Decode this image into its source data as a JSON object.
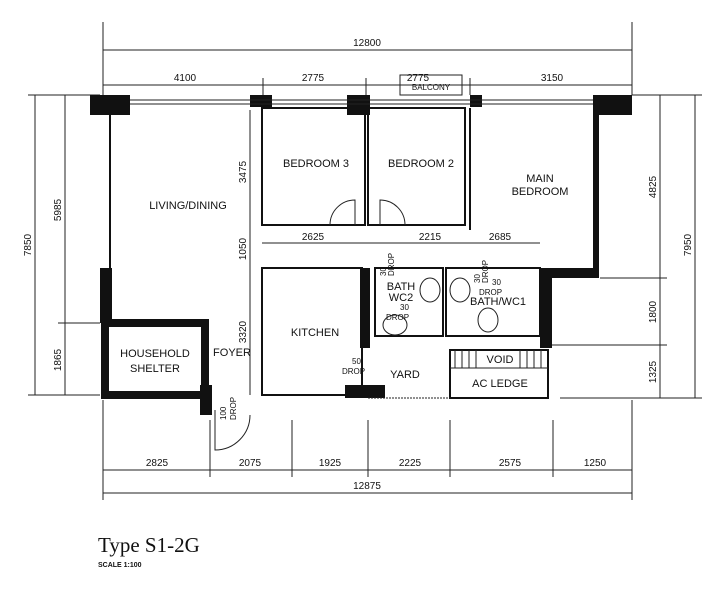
{
  "plan": {
    "title": "Type S1-2G",
    "scale": "SCALE 1:100",
    "rooms": {
      "living_dining": "LIVING/DINING",
      "bedroom3": "BEDROOM 3",
      "bedroom2": "BEDROOM 2",
      "main_bedroom_1": "MAIN",
      "main_bedroom_2": "BEDROOM",
      "balcony": "BALCONY",
      "kitchen": "KITCHEN",
      "foyer": "FOYER",
      "shelter_1": "HOUSEHOLD",
      "shelter_2": "SHELTER",
      "bath_wc2_1": "BATH",
      "bath_wc2_2": "WC2",
      "bath_wc1": "BATH/WC1",
      "yard": "YARD",
      "void": "VOID",
      "ac_ledge": "AC LEDGE"
    },
    "drops": {
      "drop": "DROP",
      "d30": "30",
      "d50": "50",
      "d100": "100"
    },
    "dims": {
      "top_total": "12800",
      "top": [
        "4100",
        "2775",
        "2775",
        "3150"
      ],
      "bottom": [
        "2825",
        "2075",
        "1925",
        "2225",
        "2575",
        "1250"
      ],
      "bottom_total": "12875",
      "left_total": "7850",
      "left": [
        "5985",
        "1865"
      ],
      "right_total": "7950",
      "right": [
        "4825",
        "1800",
        "1325"
      ],
      "inner_vertical": [
        "3475",
        "1050",
        "3320"
      ],
      "inner_horizontal": [
        "2625",
        "2215",
        "2685"
      ]
    }
  }
}
